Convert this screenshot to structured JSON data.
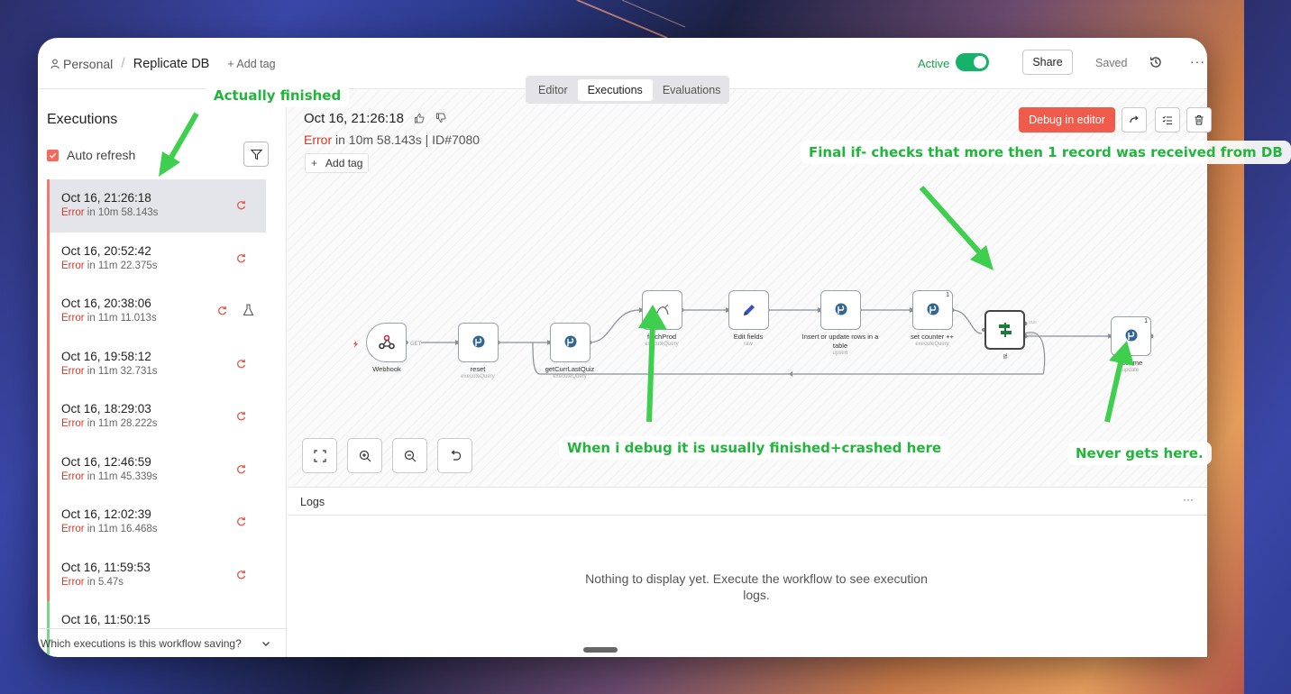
{
  "header": {
    "workspace": "Personal",
    "workflow_title": "Replicate DB",
    "add_tag": "+ Add tag",
    "active_label": "Active",
    "active": true,
    "share_label": "Share",
    "saved_label": "Saved",
    "more": "···"
  },
  "tabs": [
    {
      "label": "Editor",
      "active": false
    },
    {
      "label": "Executions",
      "active": true
    },
    {
      "label": "Evaluations",
      "active": false
    }
  ],
  "sidebar": {
    "title": "Executions",
    "auto_refresh_label": "Auto refresh",
    "auto_refresh_checked": true,
    "executions": [
      {
        "date": "Oct 16, 21:26:18",
        "status": "Error",
        "detail": "in 10m 58.143s",
        "selected": true
      },
      {
        "date": "Oct 16, 20:52:42",
        "status": "Error",
        "detail": "in 11m 22.375s"
      },
      {
        "date": "Oct 16, 20:38:06",
        "status": "Error",
        "detail": "in 11m 11.013s",
        "test": true
      },
      {
        "date": "Oct 16, 19:58:12",
        "status": "Error",
        "detail": "in 11m 32.731s"
      },
      {
        "date": "Oct 16, 18:29:03",
        "status": "Error",
        "detail": "in 11m 28.222s"
      },
      {
        "date": "Oct 16, 12:46:59",
        "status": "Error",
        "detail": "in 11m 45.339s"
      },
      {
        "date": "Oct 16, 12:02:39",
        "status": "Error",
        "detail": "in 11m 16.468s"
      },
      {
        "date": "Oct 16, 11:59:53",
        "status": "Error",
        "detail": "in 5.47s"
      },
      {
        "date": "Oct 16, 11:50:15",
        "status": "",
        "detail": ""
      }
    ],
    "footer": "Which executions is this workflow saving?"
  },
  "execution": {
    "date": "Oct 16, 21:26:18",
    "status": "Error",
    "detail": "in 10m 58.143s | ID#7080",
    "add_tag": "Add tag",
    "debug_label": "Debug in editor"
  },
  "nodes": {
    "webhook": {
      "label": "Webhook",
      "sub": ""
    },
    "get_badge": "GET",
    "reset": {
      "label": "reset",
      "sub": "executeQuery"
    },
    "getCurrLastQuiz": {
      "label": "getCurrLastQuiz",
      "sub": "executeQuery"
    },
    "fetchProd": {
      "label": "fetchProd",
      "sub": "executeQuery"
    },
    "editFields": {
      "label": "Edit fields",
      "sub": "raw"
    },
    "insertUpdate": {
      "label": "Insert or update rows in a table",
      "sub": "upsert"
    },
    "setCounter": {
      "label": "set counter ++",
      "sub": "executeQuery",
      "badge": "1"
    },
    "if": {
      "label": "If",
      "true": "true",
      "false": "false"
    },
    "setTime": {
      "label": "set time",
      "sub": "update",
      "badge": "1"
    }
  },
  "annotations": {
    "actually_finished": "Actually finished",
    "final_if": "Final if- checks that more then 1 record was received from DB",
    "debug_note": "When i debug it is usually finished+crashed here",
    "never_gets": "Never gets here."
  },
  "logs": {
    "title": "Logs",
    "more": "···",
    "empty": "Nothing to display yet. Execute the workflow to see execution logs."
  },
  "colors": {
    "error": "#d43b2a",
    "accent": "#f05c4b",
    "active_green": "#17b26a",
    "annotation_green": "#22b53c",
    "postgres_blue": "#336791"
  }
}
